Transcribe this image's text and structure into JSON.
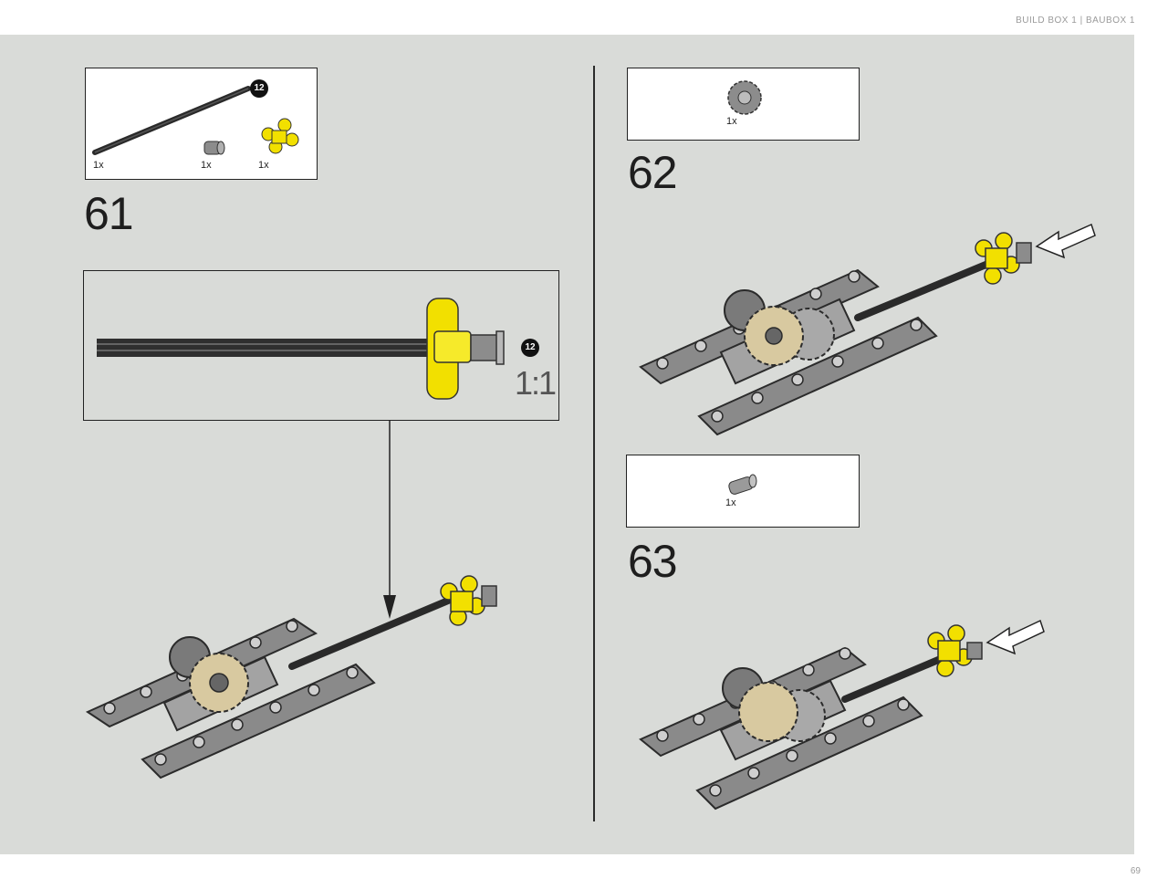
{
  "header": {
    "text": "BUILD BOX 1  |  BAUBOX 1"
  },
  "page": {
    "number": "69"
  },
  "steps": [
    {
      "number": "61",
      "parts": [
        {
          "qty": "1x",
          "icon": "axle-icon",
          "badge": "12"
        },
        {
          "qty": "1x",
          "icon": "bush-icon"
        },
        {
          "qty": "1x",
          "icon": "yellow-cross-block-icon"
        }
      ],
      "callout": {
        "scale": "1:1",
        "badge": "12"
      }
    },
    {
      "number": "62",
      "parts": [
        {
          "qty": "1x",
          "icon": "gear-icon"
        }
      ]
    },
    {
      "number": "63",
      "parts": [
        {
          "qty": "1x",
          "icon": "pin-connector-icon"
        }
      ]
    }
  ],
  "colors": {
    "background": "#d9dbd8",
    "frame": "#7f7f7f",
    "accent_yellow": "#f2e000",
    "gear_tan": "#d8c9a0"
  }
}
